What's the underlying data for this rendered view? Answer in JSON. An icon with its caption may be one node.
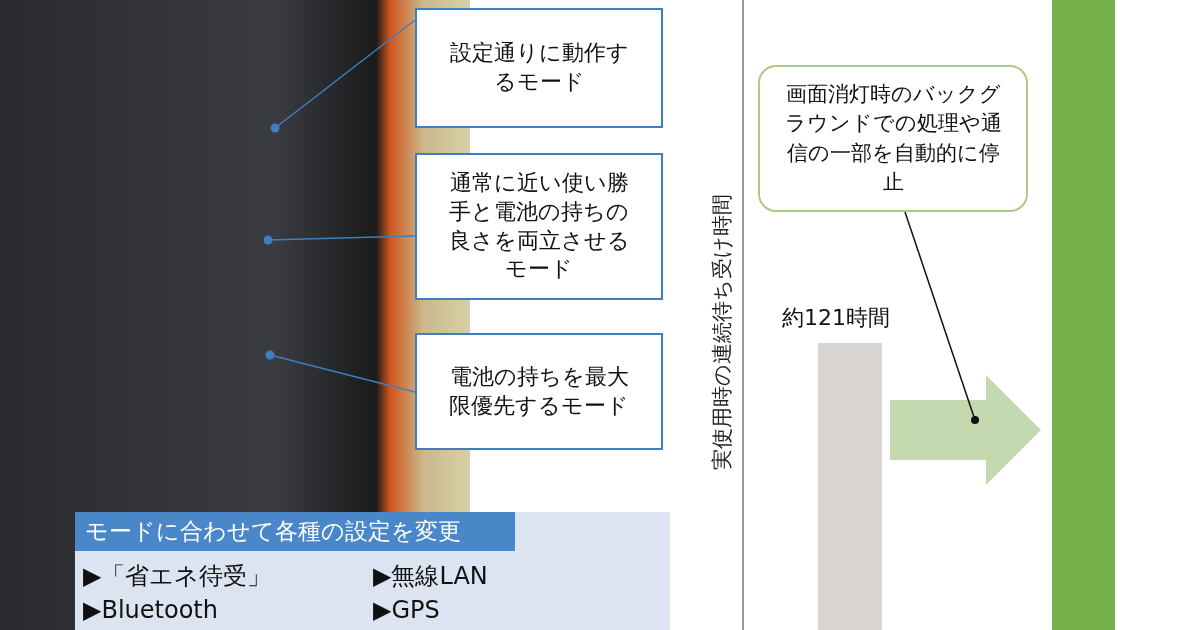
{
  "diagram": {
    "nodes": [
      {
        "text": [],
        "shape": "picture"
      },
      {
        "text": [
          "設定通りに動作するモード"
        ]
      },
      {
        "text": [
          "通常に近い使い勝手と電池の持ちの良さを両立させるモード"
        ]
      },
      {
        "text": [
          "電池の持ちを最大限優先するモード"
        ]
      },
      {
        "text": [
          "モードに合わせて各種の設定を変更",
          "▶「省エネ待受」",
          "▶無線LAN",
          "▶Bluetooth",
          "▶GPS"
        ]
      },
      {
        "text": [
          "画面消灯時のバックグラウンドでの処理や通信の一部を自動的に停止"
        ]
      },
      {
        "text": [],
        "shape": "bar",
        "beside": [
          "約121時間"
        ]
      },
      {
        "text": [],
        "shape": "bar"
      }
    ],
    "edges": [
      {
        "from": 1,
        "to": 0,
        "arrow": "other"
      },
      {
        "from": 2,
        "to": 0,
        "arrow": "other"
      },
      {
        "from": 3,
        "to": 0,
        "arrow": "other"
      },
      {
        "from": 5,
        "to": null,
        "arrow": "other",
        "color": "#111111"
      },
      {
        "from": 6,
        "to": 7,
        "arrow": "to",
        "style": "thick",
        "color": "#c5d9b0"
      }
    ],
    "labels": [
      "実使用時の連続待ち受け時間"
    ]
  }
}
